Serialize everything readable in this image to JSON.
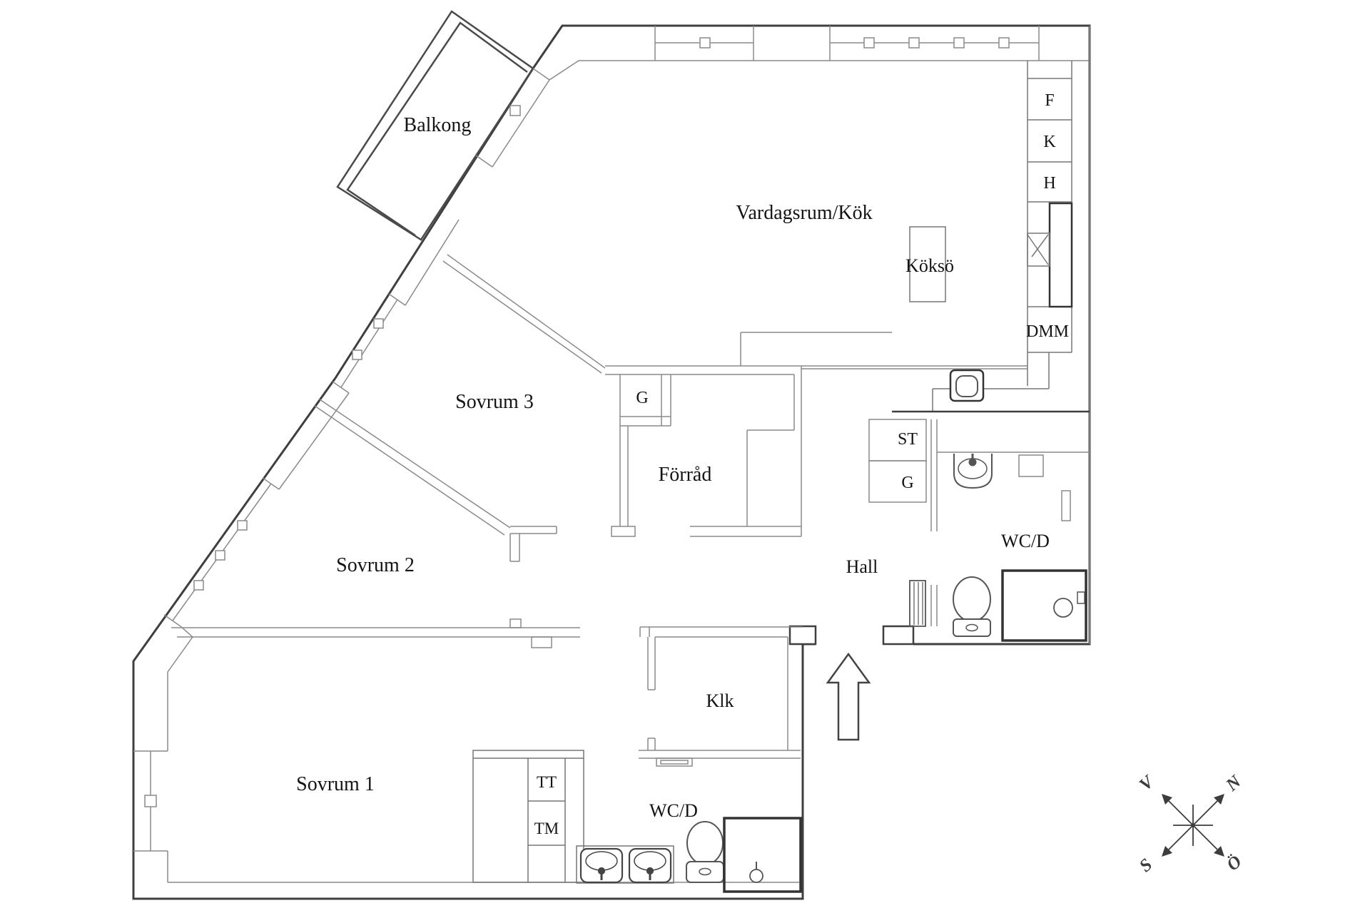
{
  "plan": {
    "type": "apartment-floor-plan",
    "language": "sv",
    "rooms": [
      {
        "id": "balkong",
        "label": "Balkong"
      },
      {
        "id": "vardagsrum-kok",
        "label": "Vardagsrum/Kök"
      },
      {
        "id": "sovrum-3",
        "label": "Sovrum 3"
      },
      {
        "id": "sovrum-2",
        "label": "Sovrum 2"
      },
      {
        "id": "sovrum-1",
        "label": "Sovrum 1"
      },
      {
        "id": "forrad",
        "label": "Förråd"
      },
      {
        "id": "hall",
        "label": "Hall"
      },
      {
        "id": "klk",
        "label": "Klk"
      },
      {
        "id": "wcd-ovre",
        "label": "WC/D"
      },
      {
        "id": "wcd-nedre",
        "label": "WC/D"
      }
    ],
    "fixtures": [
      {
        "id": "koksoe",
        "label": "Köksö"
      },
      {
        "id": "skap-f",
        "label": "F"
      },
      {
        "id": "skap-k",
        "label": "K"
      },
      {
        "id": "skap-h",
        "label": "H"
      },
      {
        "id": "diskmaskin",
        "label": "DMM"
      },
      {
        "id": "stad",
        "label": "ST"
      },
      {
        "id": "garderob-hall",
        "label": "G"
      },
      {
        "id": "garderob-sovrum3",
        "label": "G"
      },
      {
        "id": "torktumlare",
        "label": "TT"
      },
      {
        "id": "tvattmaskin",
        "label": "TM"
      }
    ],
    "compass": {
      "north": "N",
      "south": "S",
      "west": "V",
      "east": "Ö"
    }
  },
  "colors": {
    "background": "#ffffff",
    "outer_wall": "#3f3f3f",
    "thin_line": "#8a8a8a",
    "fixture_line": "#555555",
    "dark_fixture": "#333333",
    "text": "#141414",
    "compass": "#3d3d3d"
  }
}
